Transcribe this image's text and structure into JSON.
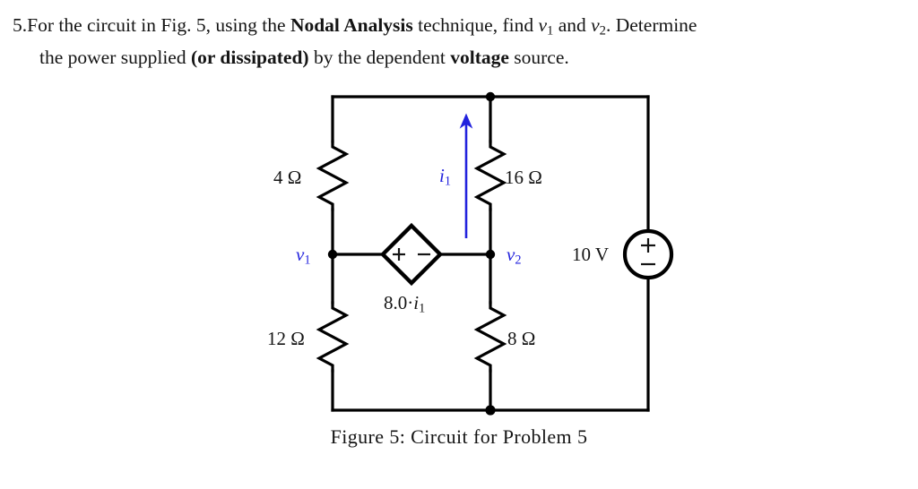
{
  "problem": {
    "number": "5.",
    "line1_part1": "For the circuit in Fig. 5, using the ",
    "line1_bold": "Nodal Analysis",
    "line1_part2": " technique, find ",
    "line1_var1": "v",
    "line1_var1_sub": "1",
    "line1_part3": " and ",
    "line1_var2": "v",
    "line1_var2_sub": "2",
    "line1_part4": ". Determine",
    "line2_part1": "the power supplied ",
    "line2_bold1": "(or dissipated)",
    "line2_part2": " by the dependent ",
    "line2_bold2": "voltage",
    "line2_part3": " source."
  },
  "circuit": {
    "components": {
      "r_top_left": "4 Ω",
      "r_top_right": "16 Ω",
      "r_bottom_left": "12 Ω",
      "r_bottom_right": "8 Ω",
      "independent_source": "10 V",
      "dependent_source_label": "8.0·",
      "dependent_source_var": "i",
      "dependent_source_var_sub": "1",
      "dependent_source_plus": "+",
      "dependent_source_minus": "−",
      "vsource_plus": "+",
      "vsource_minus": "−"
    },
    "nodes": {
      "node1_var": "v",
      "node1_sub": "1",
      "node2_var": "v",
      "node2_sub": "2"
    },
    "current": {
      "label_var": "i",
      "label_sub": "1"
    },
    "colors": {
      "wire": "#000000",
      "annotation_blue": "#2222dd",
      "text": "#141414",
      "background": "#ffffff"
    }
  },
  "caption": "Figure 5:  Circuit for Problem 5"
}
